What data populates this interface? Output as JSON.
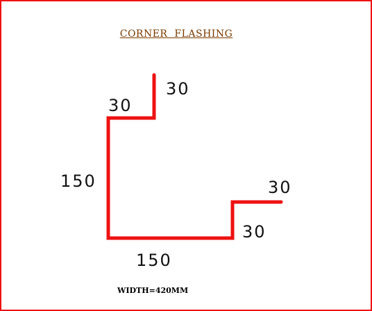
{
  "title": "CORNER  FLASHING",
  "dimensions": {
    "top_lip": "30",
    "upper_return": "30",
    "left_side": "150",
    "bottom": "150",
    "lower_step": "30",
    "right_lip": "30"
  },
  "footer": "WIDTH=420MM",
  "colors": {
    "border": "#ee1111",
    "profile": "#ee1111",
    "title": "#7a3a00"
  }
}
